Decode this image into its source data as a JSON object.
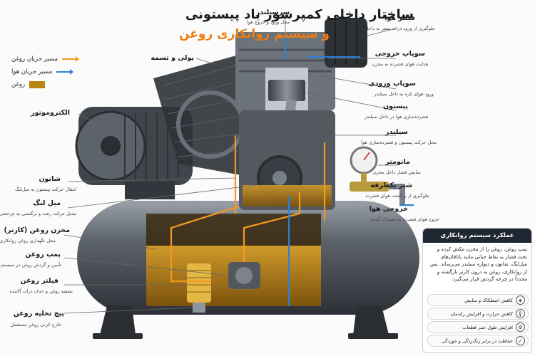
{
  "title": {
    "line1": "ساختار داخلی کمپرسور باد پیستونی",
    "line2": "و سیستم روانکاری روغن"
  },
  "legend": [
    {
      "label": "مسیر جریان روغن",
      "color": "#f39a1e",
      "kind": "arrow"
    },
    {
      "label": "مسیر جریان هوا",
      "color": "#2f7fd6",
      "kind": "arrow"
    },
    {
      "label": "روغن",
      "color": "#b88413",
      "kind": "swatch"
    }
  ],
  "left_labels": [
    {
      "title": "پولی و تسمه",
      "desc": ""
    },
    {
      "title": "الکتروموتور",
      "desc": ""
    },
    {
      "title": "شاتون",
      "desc": "انتقال حرکت پیستون به میل‌لنگ"
    },
    {
      "title": "میل لنگ",
      "desc": "تبدیل حرکت رفت و برگشتی به چرخشی"
    },
    {
      "title": "مخزن روغن (کارتر)",
      "desc": "محل نگهداری روغن روانکاری"
    },
    {
      "title": "پمپ روغن",
      "desc": "تأمین و گردش روغن در سیستم"
    },
    {
      "title": "فیلتر روغن",
      "desc": "تصفیه روغن و حذف ذرات آلاینده"
    },
    {
      "title": "پیچ تخلیه روغن",
      "desc": "خارج کردن روغن مستعمل"
    }
  ],
  "right_labels": [
    {
      "title": "سرسیلندر",
      "desc": "محل ورود و خروج هوا"
    },
    {
      "title": "فیلتر هوا",
      "desc": "جلوگیری از ورود ذرات مضر به داخل"
    },
    {
      "title": "سوپاپ خروجی",
      "desc": "هدایت هوای فشرده به مخزن"
    },
    {
      "title": "سوپاپ ورودی",
      "desc": "ورود هوای تازه به داخل سیلندر"
    },
    {
      "title": "پیستون",
      "desc": "فشرده‌سازی هوا در داخل سیلندر"
    },
    {
      "title": "سیلندر",
      "desc": "محل حرکت پیستون و فشرده‌سازی هوا"
    },
    {
      "title": "مانومتر",
      "desc": "نمایش فشار داخل مخزن"
    },
    {
      "title": "شیر یکطرفه",
      "desc": "جلوگیری از برگشت هوای فشرده"
    },
    {
      "title": "خروجی هوا",
      "desc": "خروج هوای فشرده به مصرف کننده"
    }
  ],
  "panel": {
    "heading": "عملکرد سیستم روانکاری",
    "body": "پمپ روغن، روغن را از مخزن مکش کرده و تحت فشار به نقاط حیاتی مانند یاتاقان‌های میل‌لنگ، شاتون و دیواره سیلندر می‌رساند. پس از روانکاری، روغن به درون کارتر بازگشته و مجدداً در چرخه گردش قرار می‌گیرد.",
    "benefits": [
      {
        "text": "کاهش اصطکاک و سایش",
        "icon": "shield-icon"
      },
      {
        "text": "کاهش حرارت و افزایش راندمان",
        "icon": "thermometer-icon"
      },
      {
        "text": "افزایش طول عمر قطعات",
        "icon": "gear-icon"
      },
      {
        "text": "حفاظت در برابر زنگ‌زدگی و خوردگی",
        "icon": "shield-check-icon"
      }
    ]
  },
  "colors": {
    "oil_flow": "#f39a1e",
    "air_flow": "#2f7fd6",
    "oil": "#b88413",
    "accent_title": "#f07d12",
    "panel_header": "#1f2733"
  }
}
